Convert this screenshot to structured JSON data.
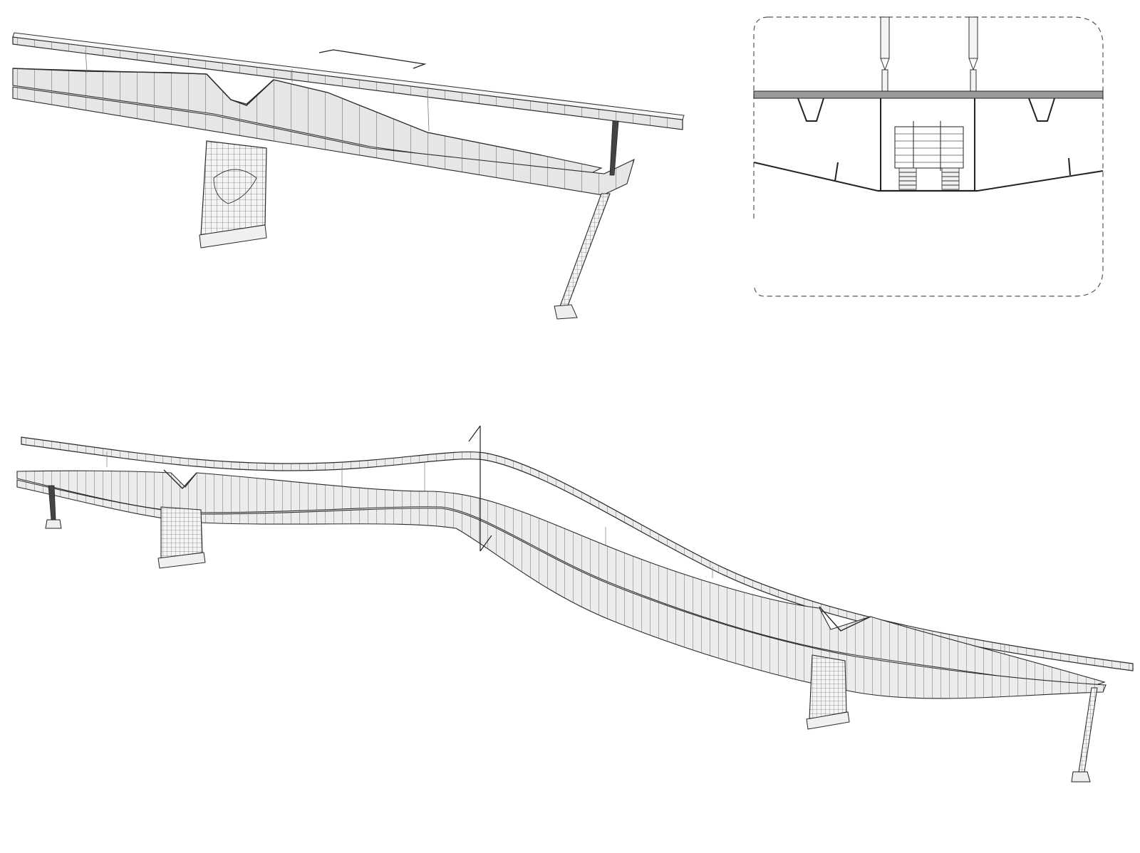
{
  "drawing": {
    "views": [
      {
        "id": "detail-perspective",
        "description_visible_text": ""
      },
      {
        "id": "cross-section-inset",
        "description_visible_text": ""
      },
      {
        "id": "overall-bridge",
        "description_visible_text": ""
      }
    ],
    "colors": {
      "background": "#ffffff",
      "line": "#2a2a2a",
      "deck_fill": "#e8e8e8",
      "mesh_fill": "#f4f4f4",
      "inset_border": "#555555"
    },
    "icons": {
      "section_marker": "section-cut-icon",
      "break_marker": "break-line-icon"
    }
  }
}
